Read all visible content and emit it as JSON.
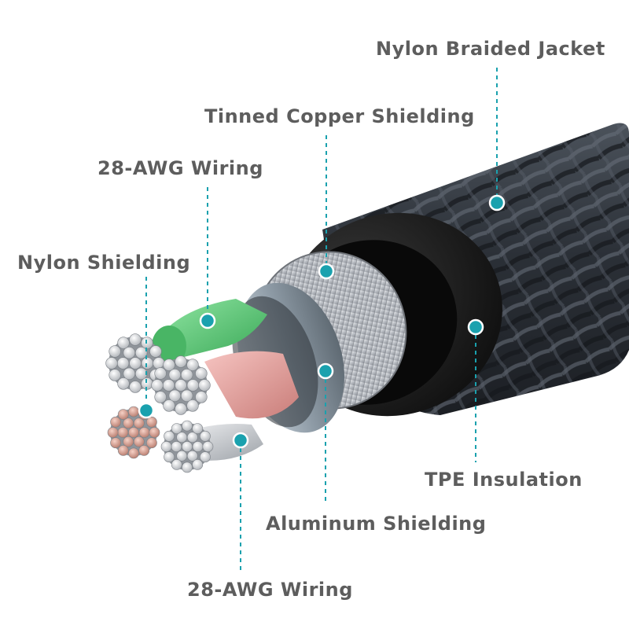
{
  "labels": {
    "nylon_braided_jacket": "Nylon Braided Jacket",
    "tinned_copper_shielding": "Tinned Copper Shielding",
    "awg_wiring_top": "28-AWG Wiring",
    "nylon_shielding": "Nylon Shielding",
    "tpe_insulation": "TPE Insulation",
    "aluminum_shielding": "Aluminum Shielding",
    "awg_wiring_bottom": "28-AWG Wiring"
  },
  "colors": {
    "label_text": "#5d5d5d",
    "callout": "#1aa1ae",
    "jacket": "#2f343b",
    "tpe": "#141414",
    "copper_braid": "#c9ccd1",
    "aluminum": "#9aa7b2",
    "green_wire": "#5ec97a",
    "pink_wire": "#e9a3a0",
    "silver_wire": "#d7dadd"
  }
}
